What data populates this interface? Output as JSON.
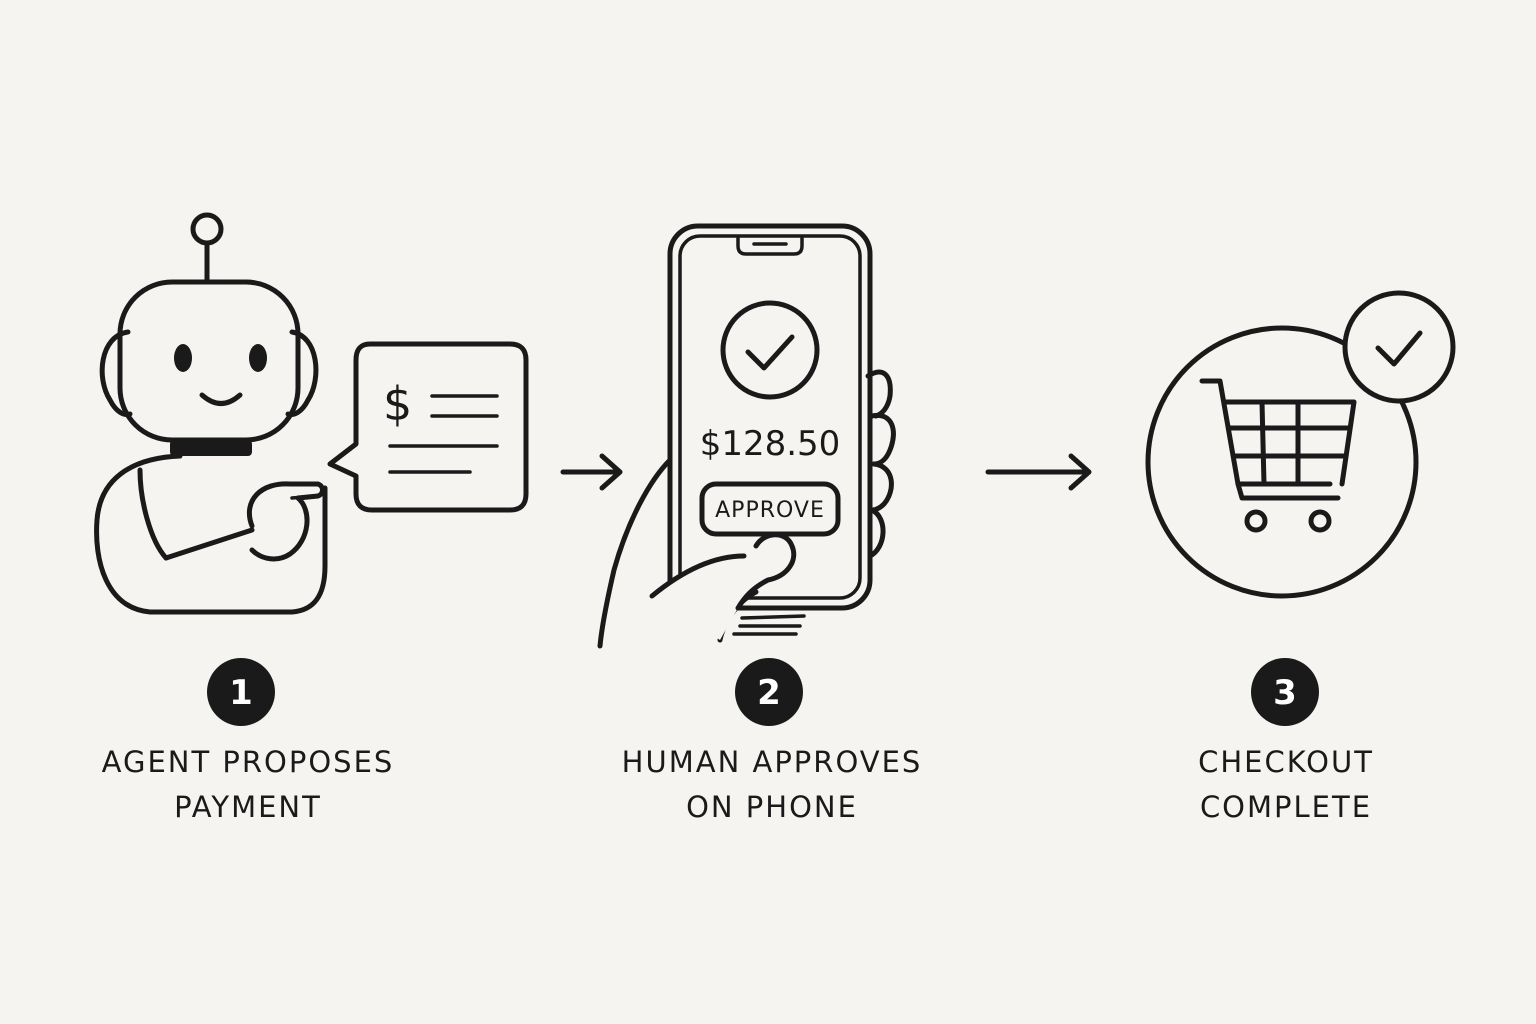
{
  "steps": [
    {
      "number": "1",
      "label_line1": "AGENT PROPOSES",
      "label_line2": "PAYMENT"
    },
    {
      "number": "2",
      "label_line1": "HUMAN APPROVES",
      "label_line2": "ON PHONE"
    },
    {
      "number": "3",
      "label_line1": "CHECKOUT",
      "label_line2": "COMPLETE"
    }
  ],
  "speech_bubble": {
    "symbol": "$"
  },
  "phone": {
    "amount": "$128.50",
    "button_label": "APPROVE"
  },
  "colors": {
    "ink": "#1a1a1a",
    "paper": "#f5f4f0"
  },
  "icons": [
    "robot-icon",
    "speech-bubble-icon",
    "arrow-right-icon",
    "phone-icon",
    "hand-icon",
    "check-circle-icon",
    "shopping-cart-icon"
  ]
}
